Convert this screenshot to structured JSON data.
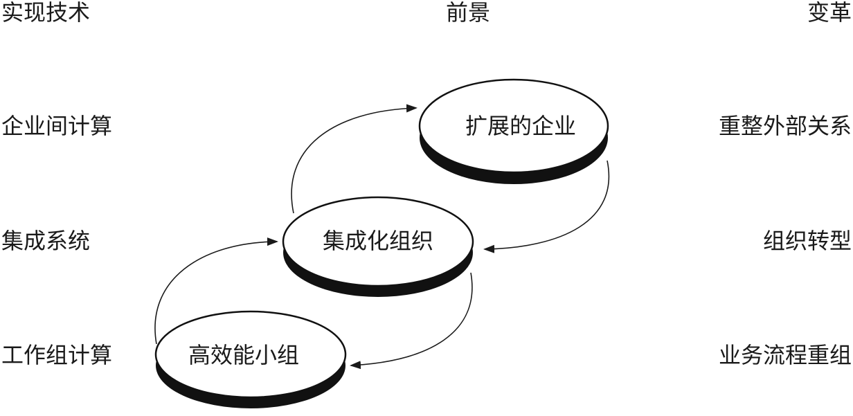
{
  "columns": {
    "technology": "实现技术",
    "prospect": "前景",
    "change": "变革"
  },
  "technology_levels": [
    "企业间计算",
    "集成系统",
    "工作组计算"
  ],
  "change_levels": [
    "重整外部关系",
    "组织转型",
    "业务流程重组"
  ],
  "stages": [
    {
      "label": "扩展的企业"
    },
    {
      "label": "集成化组织"
    },
    {
      "label": "高效能小组"
    }
  ],
  "colors": {
    "ink": "#1a1a1a",
    "disk_face": "#ffffff",
    "disk_edge": "#111111"
  }
}
